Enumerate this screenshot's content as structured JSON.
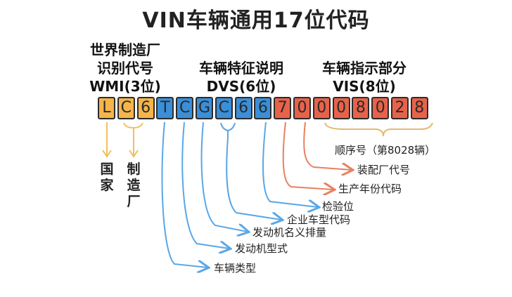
{
  "title": "VIN车辆通用17位代码",
  "sections": {
    "wmi": [
      "世界制造厂",
      "识别代号",
      "WMI(3位)"
    ],
    "vds": [
      "车辆特征说明",
      "DVS(6位)"
    ],
    "vis": [
      "车辆指示部分",
      "VIS(8位)"
    ]
  },
  "code": [
    {
      "char": "L",
      "group": "wmi"
    },
    {
      "char": "C",
      "group": "wmi"
    },
    {
      "char": "6",
      "group": "wmi"
    },
    {
      "char": "T",
      "group": "vds"
    },
    {
      "char": "C",
      "group": "vds"
    },
    {
      "char": "G",
      "group": "vds"
    },
    {
      "char": "C",
      "group": "vds"
    },
    {
      "char": "6",
      "group": "vds"
    },
    {
      "char": "6",
      "group": "vds"
    },
    {
      "char": "7",
      "group": "vis"
    },
    {
      "char": "0",
      "group": "vis"
    },
    {
      "char": "0",
      "group": "vis"
    },
    {
      "char": "0",
      "group": "vis"
    },
    {
      "char": "8",
      "group": "vis"
    },
    {
      "char": "0",
      "group": "vis"
    },
    {
      "char": "2",
      "group": "vis"
    },
    {
      "char": "8",
      "group": "vis"
    }
  ],
  "colors": {
    "wmi": "#f5b54a",
    "vds": "#3a8fd8",
    "vis": "#e8624a",
    "wmi_line": "#f0c060",
    "vds_line": "#5aa7e6",
    "vis_line": "#e88060",
    "brace": "#e6b870"
  },
  "labels": {
    "country": "国家",
    "manufacturer": "制造厂",
    "serial": "顺序号（第8028辆）",
    "plant": "装配厂代号",
    "year": "生产年份代码",
    "check": "检验位",
    "model_code": "企业车型代码",
    "displacement": "发动机名义排量",
    "engine_type": "发动机型式",
    "vehicle_type": "车辆类型"
  }
}
